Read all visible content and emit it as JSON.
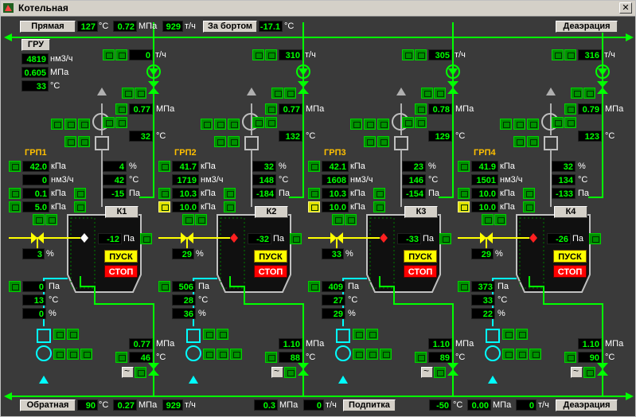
{
  "window": {
    "title": "Котельная",
    "close_glyph": "✕"
  },
  "header": {
    "supply_label": "Прямая",
    "supply_temp": "127",
    "unit_c": "°C",
    "supply_pressure": "0.72",
    "unit_mpa": "МПа",
    "supply_flow": "929",
    "unit_th": "т/ч",
    "outside_label": "За бортом",
    "outside_temp": "-17.1",
    "deaeration_label": "Деаэрация"
  },
  "footer": {
    "return_label": "Обратная",
    "return_temp": "90",
    "return_pressure": "0.27",
    "return_flow": "929",
    "makeup_pressure": "0.3",
    "makeup_flow": "0",
    "makeup_label": "Подпитка",
    "deaer_temp": "-50",
    "deaer_pressure": "0.00",
    "deaer_flow": "0",
    "deaeration_label": "Деаэрация"
  },
  "gru": {
    "label": "ГРУ",
    "flow": "4819",
    "flow_unit": "нм3/ч",
    "pressure": "0.605",
    "pressure_unit": "МПа",
    "temp": "33",
    "temp_unit": "°C"
  },
  "units": {
    "kpa": "кПа",
    "pa": "Па",
    "nm3": "нм3/ч",
    "pct": "%",
    "c": "°C",
    "mpa": "МПа",
    "th": "т/ч"
  },
  "boilers": [
    {
      "name": "К1",
      "grp": "ГРП1",
      "top_flow": "0",
      "top_pressure": "0.77",
      "top_temp": "32",
      "grp_p1": "42.0",
      "grp_flow": "0",
      "grp_p2": "0.1",
      "grp_p3": "5.0",
      "o2": "4",
      "flue_temp": "42",
      "draft": "-15",
      "furnace": "-12",
      "valve_pct": "3",
      "bot_pressure": "0",
      "bot_temp": "13",
      "bot_pct": "0",
      "ret_pressure": "0.77",
      "ret_temp": "46",
      "pusk": "ПУСК",
      "stop": "СТОП"
    },
    {
      "name": "К2",
      "grp": "ГРП2",
      "top_flow": "310",
      "top_pressure": "0.77",
      "top_temp": "132",
      "grp_p1": "41.7",
      "grp_flow": "1719",
      "grp_p2": "10.3",
      "grp_p3": "10.0",
      "o2": "32",
      "flue_temp": "148",
      "draft": "-184",
      "furnace": "-32",
      "valve_pct": "29",
      "bot_pressure": "506",
      "bot_temp": "28",
      "bot_pct": "36",
      "ret_pressure": "1.10",
      "ret_temp": "88",
      "pusk": "ПУСК",
      "stop": "СТОП"
    },
    {
      "name": "К3",
      "grp": "ГРП3",
      "top_flow": "305",
      "top_pressure": "0.78",
      "top_temp": "129",
      "grp_p1": "42.1",
      "grp_flow": "1608",
      "grp_p2": "10.3",
      "grp_p3": "10.0",
      "o2": "23",
      "flue_temp": "146",
      "draft": "-154",
      "furnace": "-33",
      "valve_pct": "33",
      "bot_pressure": "409",
      "bot_temp": "27",
      "bot_pct": "29",
      "ret_pressure": "1.10",
      "ret_temp": "89",
      "pusk": "ПУСК",
      "stop": "СТОП"
    },
    {
      "name": "К4",
      "grp": "ГРП4",
      "top_flow": "316",
      "top_pressure": "0.79",
      "top_temp": "123",
      "grp_p1": "41.9",
      "grp_flow": "1501",
      "grp_p2": "10.0",
      "grp_p3": "10.0",
      "o2": "32",
      "flue_temp": "134",
      "draft": "-133",
      "furnace": "-26",
      "valve_pct": "29",
      "bot_pressure": "373",
      "bot_temp": "33",
      "bot_pct": "22",
      "ret_pressure": "1.10",
      "ret_temp": "90",
      "pusk": "ПУСК",
      "stop": "СТОП"
    }
  ],
  "colors": {
    "main_line": "#00ff00",
    "gas_line": "#ffff00",
    "water_line": "#00ffff",
    "grp_label": "#ffc000",
    "background": "#3a3a3a"
  }
}
